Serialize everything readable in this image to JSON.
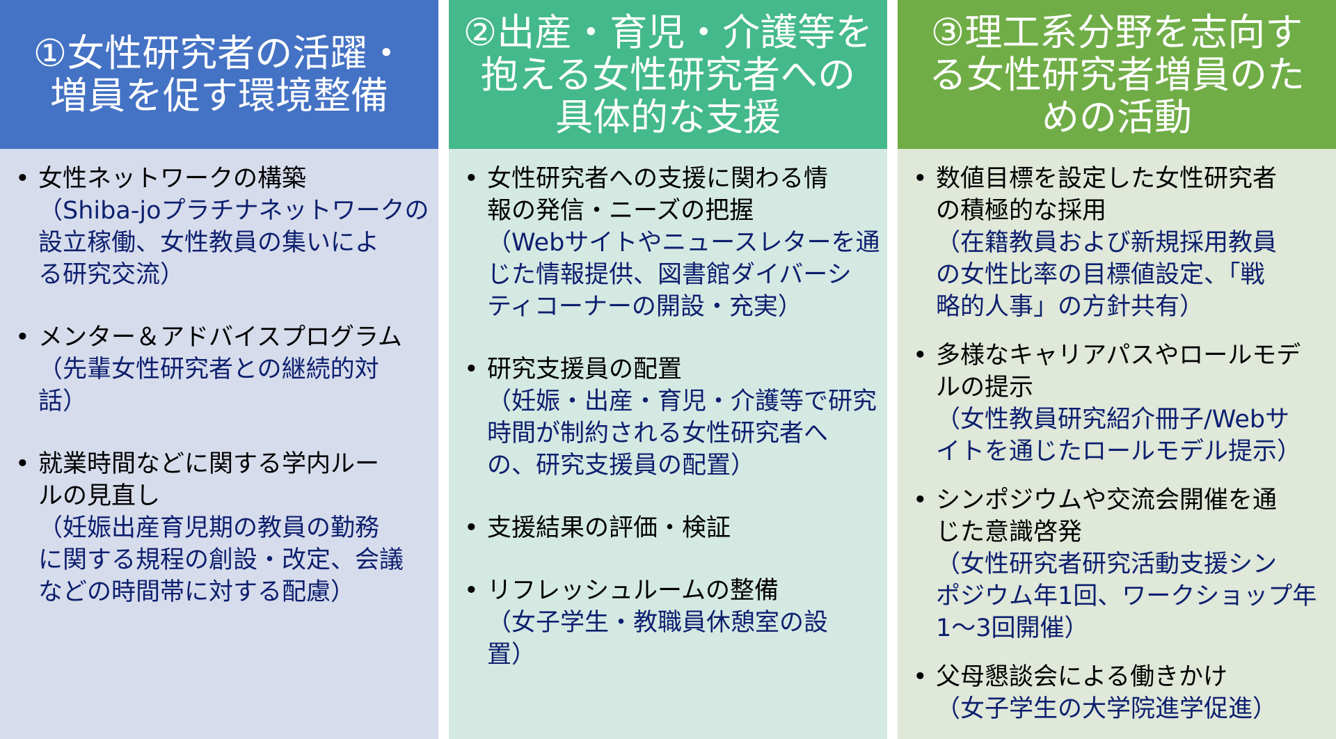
{
  "colors": {
    "col1_head": "#4472c4",
    "col1_body": "#d7dcec",
    "col2_head": "#44b98b",
    "col2_body": "#d5e9e3",
    "col3_head": "#70ad47",
    "col3_body": "#dfe8d9"
  },
  "columns": [
    {
      "title": "①女性研究者の活躍・\n増員を促す環境整備",
      "items": [
        {
          "main": "女性ネットワークの構築",
          "detail": "（Shiba-joプラチナネットワークの\n設立稼働、女性教員の集いによ\nる研究交流）"
        },
        {
          "main": "メンター＆アドバイスプログラム",
          "detail": "（先輩女性研究者との継続的対\n話）"
        },
        {
          "main": "就業時間などに関する学内ルー\nルの見直し",
          "detail": "（妊娠出産育児期の教員の勤務\nに関する規程の創設・改定、会議\nなどの時間帯に対する配慮）"
        }
      ]
    },
    {
      "title": "②出産・育児・介護等を\n抱える女性研究者への\n具体的な支援",
      "items": [
        {
          "main": "女性研究者への支援に関わる情\n報の発信・ニーズの把握",
          "detail": "（Webサイトやニュースレターを通\nじた情報提供、図書館ダイバーシ\nティコーナーの開設・充実）"
        },
        {
          "main": "研究支援員の配置",
          "detail": "（妊娠・出産・育児・介護等で研究\n時間が制約される女性研究者へ\nの、研究支援員の配置）"
        },
        {
          "main": "支援結果の評価・検証",
          "detail": ""
        },
        {
          "main": "リフレッシュルームの整備",
          "detail": "（女子学生・教職員休憩室の設\n置）"
        }
      ]
    },
    {
      "title": "③理工系分野を志向す\nる女性研究者増員のた\nめの活動",
      "items": [
        {
          "main": "数値目標を設定した女性研究者\nの積極的な採用",
          "detail": "（在籍教員および新規採用教員\nの女性比率の目標値設定、「戦\n略的人事」の方針共有）"
        },
        {
          "main": "多様なキャリアパスやロールモデ\nルの提示",
          "detail": "（女性教員研究紹介冊子/Webサ\nイトを通じたロールモデル提示）"
        },
        {
          "main": "シンポジウムや交流会開催を通\nじた意識啓発",
          "detail": "（女性研究者研究活動支援シン\nポジウム年1回、ワークショップ年\n1～3回開催）"
        },
        {
          "main": "父母懇談会による働きかけ",
          "detail": "（女子学生の大学院進学促進）"
        }
      ]
    }
  ]
}
